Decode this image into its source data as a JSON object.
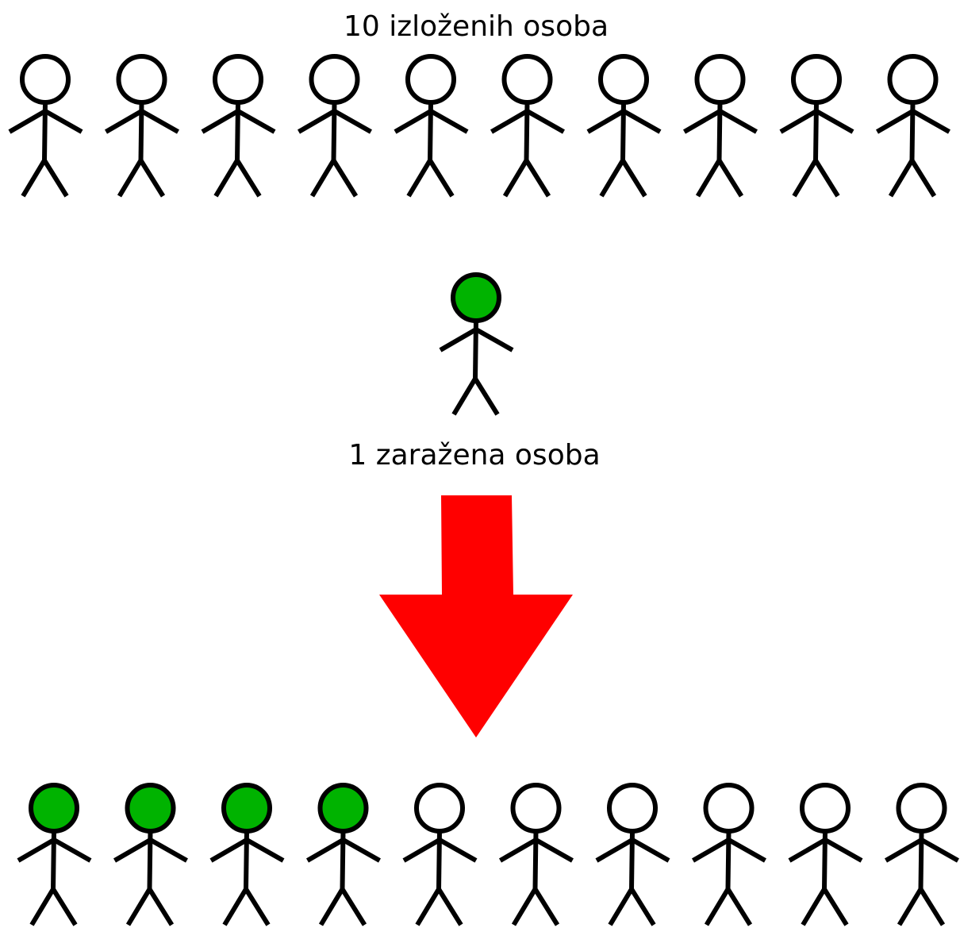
{
  "top_label": "10 izloženih osoba",
  "middle_label": "1 zaražena osoba",
  "colors": {
    "stroke": "#000000",
    "infected_fill": "#00b300",
    "healthy_fill": "#ffffff",
    "arrow": "#ff0000"
  },
  "groups": {
    "exposed": {
      "count": 10,
      "infected_count": 0
    },
    "source": {
      "count": 1,
      "infected_count": 1
    },
    "result": {
      "count": 10,
      "infected_count": 4
    }
  },
  "arrow": {
    "icon": "down-arrow-icon"
  }
}
